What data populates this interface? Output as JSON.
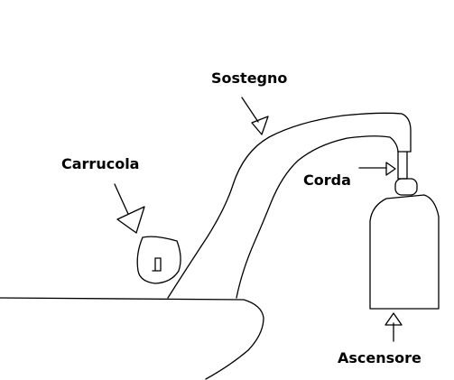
{
  "labels": {
    "sostegno": "Sostegno",
    "carrucola": "Carrucola",
    "corda": "Corda",
    "ascensore": "Ascensore"
  },
  "colors": {
    "background": "#ffffff",
    "ink": "#000000"
  }
}
